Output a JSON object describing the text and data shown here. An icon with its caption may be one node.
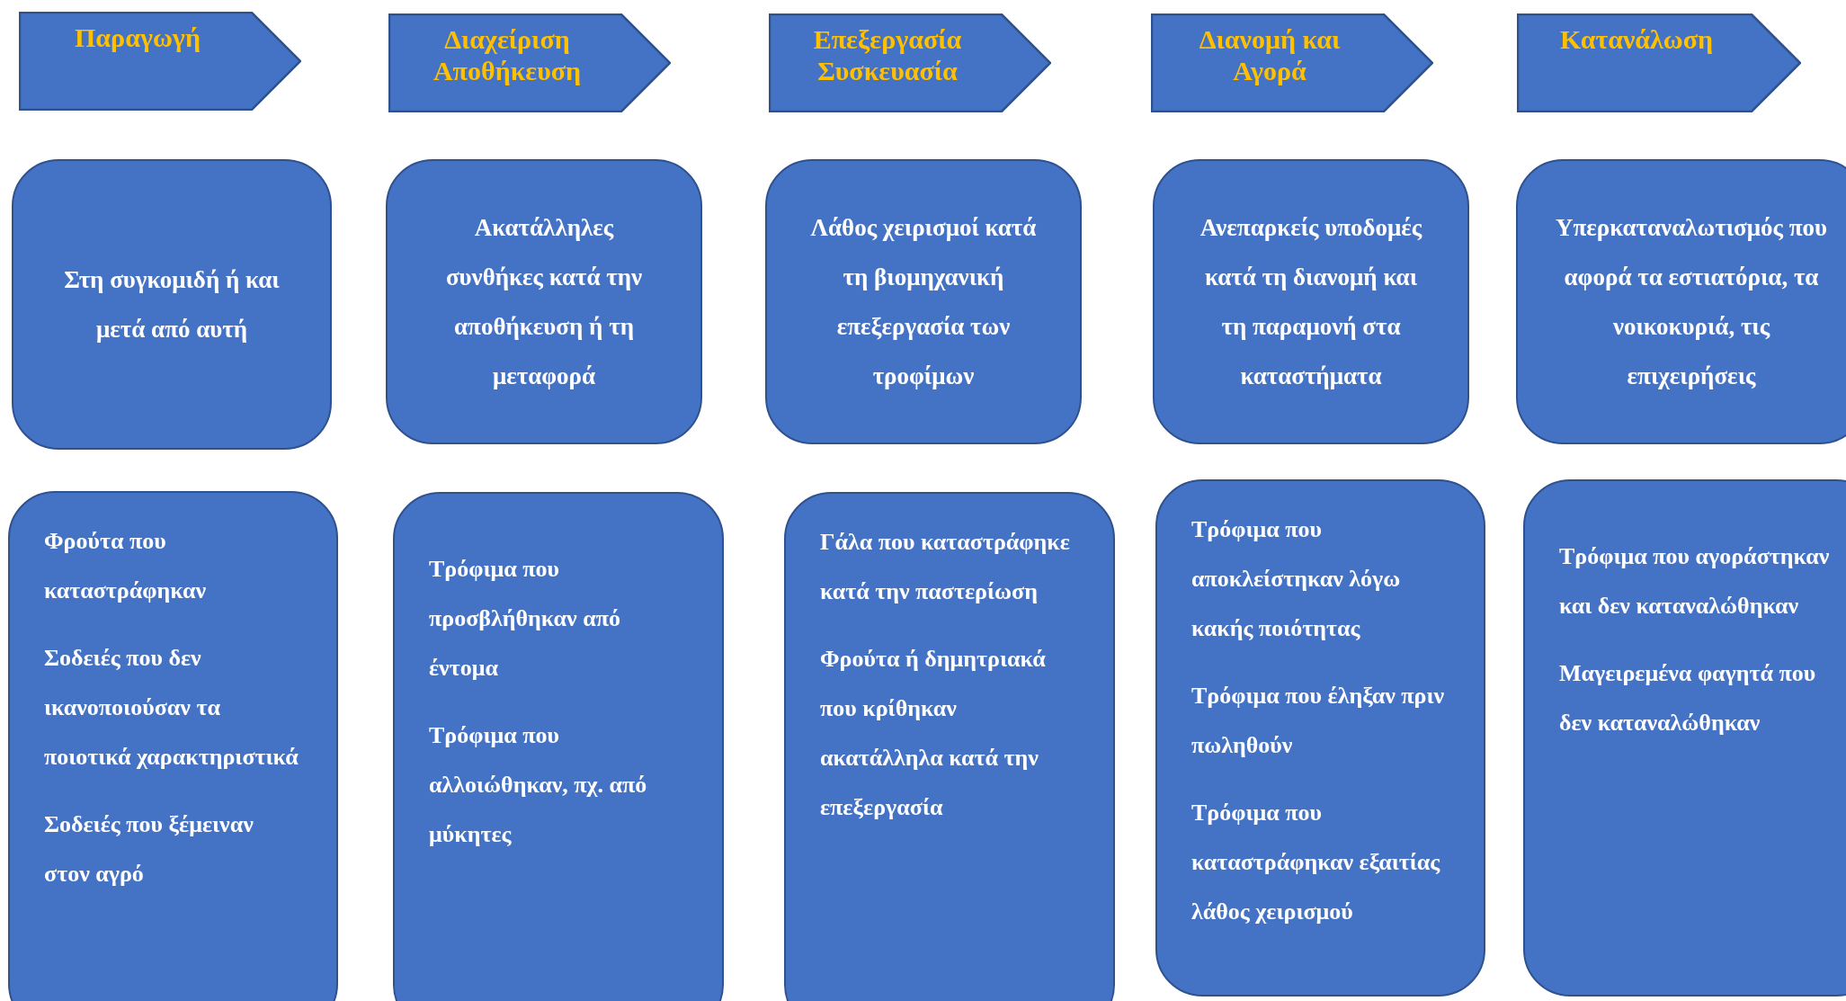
{
  "diagram": {
    "nodes": [
      {
        "text": [
          "Παραγωγή"
        ]
      },
      {
        "text": [
          "Διαχείριση Αποθήκευση"
        ]
      },
      {
        "text": [
          "Επεξεργασία Συσκευασία"
        ]
      },
      {
        "text": [
          "Διανομή και Αγορά"
        ]
      },
      {
        "text": [
          "Κατανάλωση"
        ]
      },
      {
        "text": [
          "Στη συγκομιδή ή και μετά από αυτή"
        ]
      },
      {
        "text": [
          "Ακατάλληλες συνθήκες κατά την αποθήκευση ή τη μεταφορά"
        ]
      },
      {
        "text": [
          "Λάθος χειρισμοί κατά τη βιομηχανική επεξεργασία των τροφίμων"
        ]
      },
      {
        "text": [
          "Ανεπαρκείς υποδομές κατά τη διανομή και τη παραμονή στα καταστήματα"
        ]
      },
      {
        "text": [
          "Υπερκαταναλωτισμός που αφορά τα εστιατόρια, τα νοικοκυριά, τις επιχειρήσεις"
        ]
      },
      {
        "text": [
          "Φρούτα που καταστράφηκαν",
          "Σοδειές που δεν ικανοποιούσαν τα ποιοτικά χαρακτηριστικά",
          "Σοδειές που ξέμειναν στον αγρό"
        ]
      },
      {
        "text": [
          "Τρόφιμα που προσβλήθηκαν από έντομα",
          "Τρόφιμα που αλλοιώθηκαν, πχ. από μύκητες"
        ]
      },
      {
        "text": [
          "Γάλα που καταστράφηκε κατά την παστερίωση",
          "Φρούτα ή δημητριακά που κρίθηκαν ακατάλληλα κατά την επεξεργασία"
        ]
      },
      {
        "text": [
          "Τρόφιμα που αποκλείστηκαν λόγω κακής ποιότητας",
          "Τρόφιμα που έληξαν πριν πωληθούν",
          "Τρόφιμα που καταστράφηκαν εξαιτίας λάθος χειρισμού"
        ]
      },
      {
        "text": [
          "Τρόφιμα που αγοράστηκαν και δεν καταναλώθηκαν",
          "Μαγειρεμένα φαγητά που δεν καταναλώθηκαν"
        ]
      }
    ]
  }
}
